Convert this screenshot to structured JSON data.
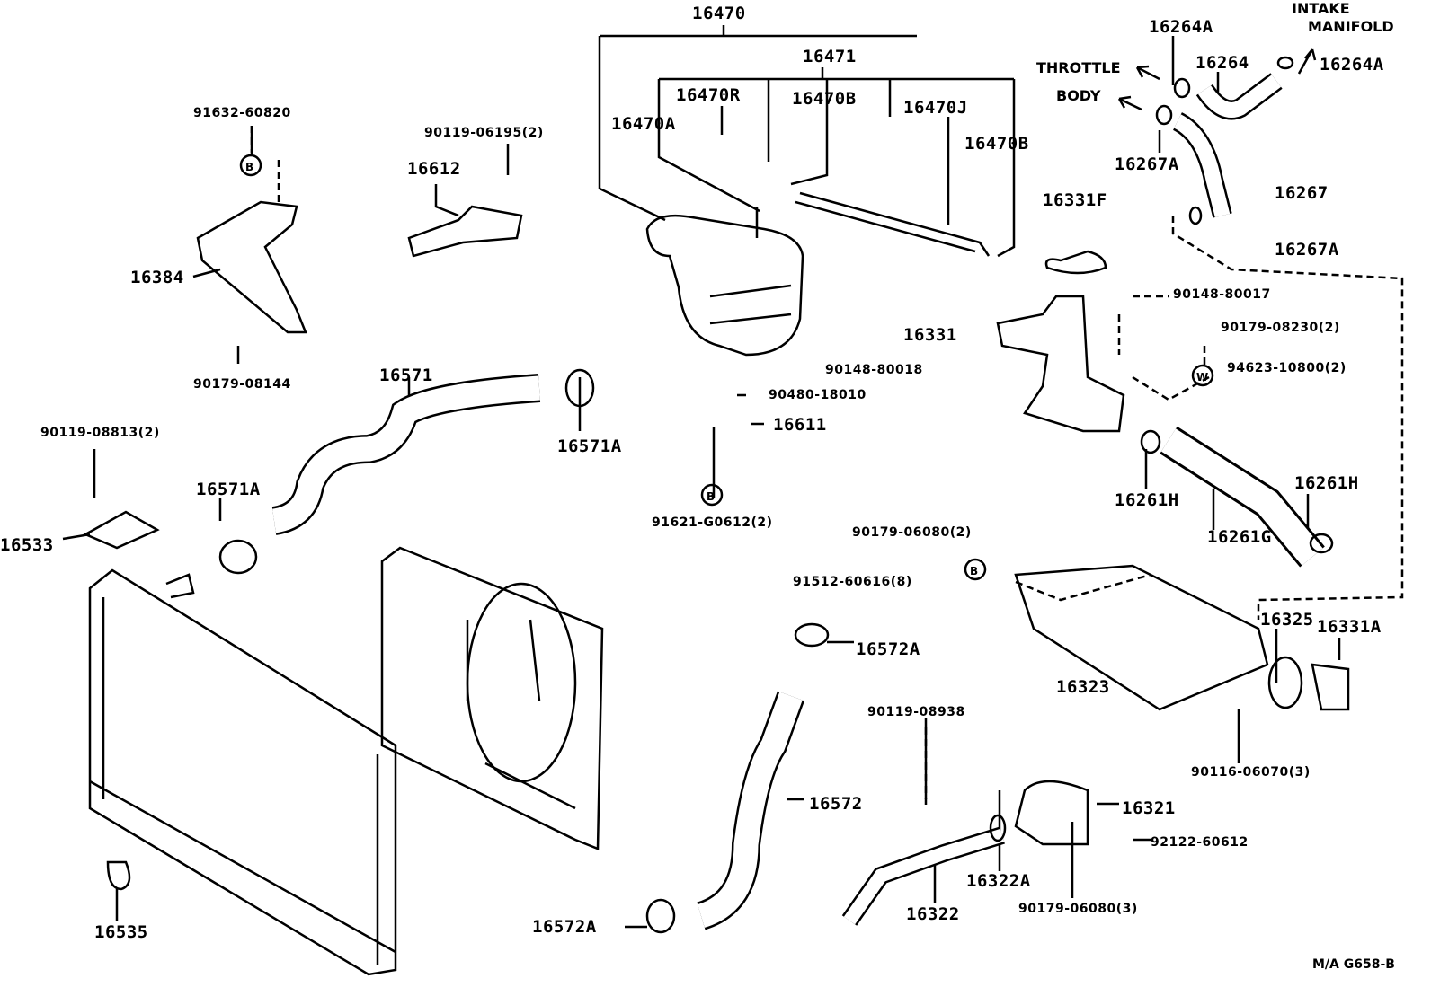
{
  "diagram": {
    "labels": [
      "16470",
      "16471",
      "16470R",
      "16470B",
      "16470A",
      "16470J",
      "16470B",
      "16264A",
      "16264",
      "16264A",
      "16267A",
      "16267",
      "16331F",
      "16267A",
      "91632-60820",
      "90119-06195(2)",
      "16612",
      "16384",
      "90179-08144",
      "16571",
      "16571A",
      "90119-08813(2)",
      "16571A",
      "16533",
      "90148-80017",
      "16331",
      "90179-08230(2)",
      "90148-80018",
      "94623-10800(2)",
      "90480-18010",
      "16611",
      "91621-G0612(2)",
      "16261H",
      "16261H",
      "90179-06080(2)",
      "16261G",
      "91512-60616(8)",
      "16325",
      "16331A",
      "16323",
      "16572A",
      "90119-08938",
      "90116-06070(3)",
      "16572",
      "16321",
      "92122-60612",
      "16535",
      "16572A",
      "16322",
      "16322A",
      "90179-06080(3)"
    ],
    "directions": {
      "intake": "INTAKE",
      "manifold": "MANIFOLD",
      "throttle": "THROTTLE",
      "body": "BODY"
    },
    "symbols": {
      "bolt_marker": "B",
      "washer_marker": "W"
    },
    "figure_code": "M/A G658-B"
  }
}
